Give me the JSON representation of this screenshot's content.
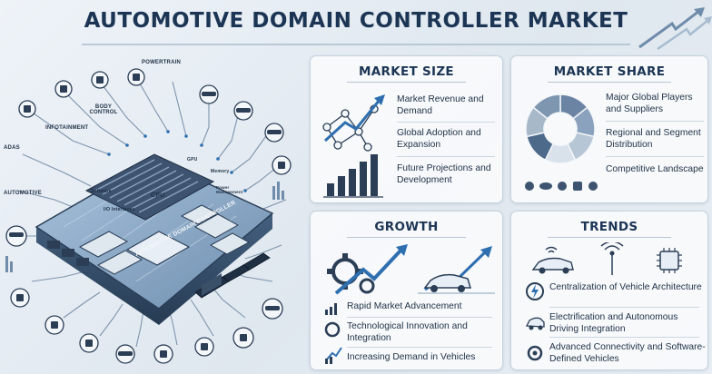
{
  "title": "AUTOMOTIVE DOMAIN CONTROLLER MARKET",
  "illustration": {
    "board_label": "AUTOMOTIVE DOMAIN CONTROLLER",
    "chips": {
      "cpu": "CPU",
      "gpu": "GPU",
      "memory": "Memory",
      "power_mgmt": "Power Management",
      "software": "Software",
      "io": "I/O Interfaces"
    },
    "nodes": {
      "adas": "ADAS",
      "infotainment": "INFOTAINMENT",
      "body_control": "BODY CONTROL",
      "powertrain": "POWERTRAIN",
      "automotive": "AUTOMOTIVE"
    }
  },
  "panels": {
    "market_size": {
      "title": "MARKET SIZE",
      "items": [
        "Market Revenue and Demand",
        "Global Adoption and Expansion",
        "Future Projections and Development"
      ]
    },
    "market_share": {
      "title": "MARKET SHARE",
      "items": [
        "Major Global Players and Suppliers",
        "Regional and Segment Distribution",
        "Competitive Landscape"
      ],
      "donut_colors": [
        "#6b84a3",
        "#8aa2bd",
        "#b7c6d4",
        "#d9e1ea",
        "#4d6a8a",
        "#a7b8c9",
        "#7f96b1"
      ]
    },
    "growth": {
      "title": "GROWTH",
      "items": [
        "Rapid Market Advancement",
        "Technological Innovation and Integration",
        "Increasing Demand in Vehicles"
      ]
    },
    "trends": {
      "title": "TRENDS",
      "items": [
        "Centralization of Vehicle Architecture",
        "Electrification and Autonomous Driving Integration",
        "Advanced Connectivity and Software-Defined Vehicles"
      ]
    }
  },
  "colors": {
    "navy": "#1c3554",
    "accent_blue": "#2f6fb0",
    "board": "#2b3e56",
    "pcb": "#8fb0cf"
  }
}
